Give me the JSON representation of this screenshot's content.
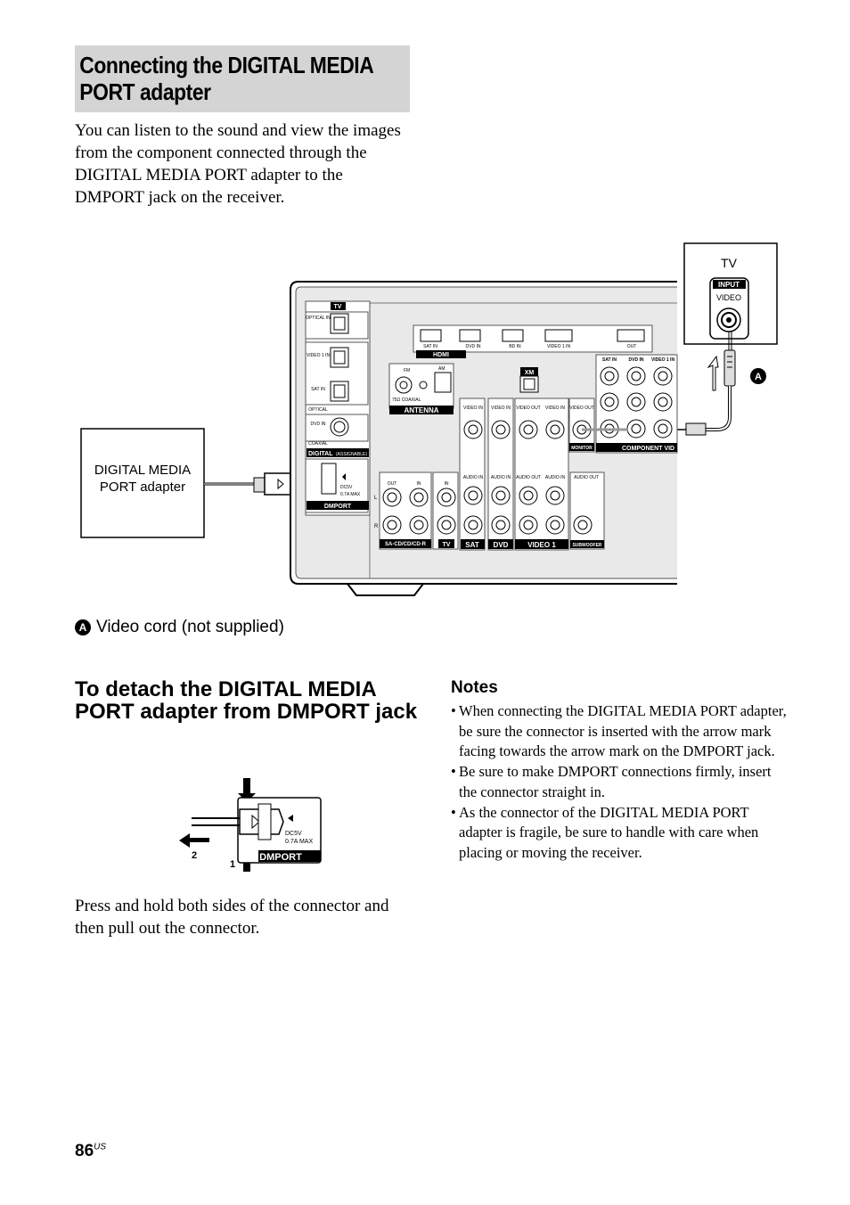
{
  "section_title": "Connecting the DIGITAL MEDIA PORT adapter",
  "intro": "You can listen to the sound and view the images from the component connected through the DIGITAL MEDIA PORT adapter to the DMPORT jack on the receiver.",
  "diagram": {
    "tv_label": "TV",
    "tv_input": "INPUT",
    "tv_video": "VIDEO",
    "callout_a": "A",
    "adapter_line1": "DIGITAL MEDIA",
    "adapter_line2": "PORT adapter",
    "panel": {
      "tv_tag": "TV",
      "optical_in": "OPTICAL IN",
      "video1_in": "VIDEO 1 IN",
      "sat_in": "SAT IN",
      "optical": "OPTICAL",
      "dvd_in": "DVD IN",
      "coaxial": "COAXIAL",
      "digital": "DIGITAL",
      "assignable": "(ASSIGNABLE)",
      "dmport": "DMPORT",
      "dc": "DC5V",
      "ma": "0.7A  MAX",
      "hdmi": "HDMI",
      "hdmi_sat": "SAT IN",
      "hdmi_dvd": "DVD IN",
      "hdmi_bd": "BD IN",
      "hdmi_v1": "VIDEO 1 IN",
      "hdmi_out": "OUT",
      "fm": "FM",
      "am": "AM",
      "coax75": "75Ω COAXIAL",
      "antenna": "ANTENNA",
      "xm": "XM",
      "video_in": "VIDEO IN",
      "video_out": "VIDEO OUT",
      "audio_in": "AUDIO IN",
      "audio_out": "AUDIO OUT",
      "out": "OUT",
      "in": "IN",
      "l": "L",
      "r": "R",
      "sacd": "SA-CD/CD/CD-R",
      "sat": "SAT",
      "dvd": "DVD",
      "video1": "VIDEO 1",
      "monitor": "MONITOR",
      "subwoofer": "SUBWOOFER",
      "component_video": "COMPONENT VID",
      "comp_sat": "SAT IN",
      "comp_dvd": "DVD IN",
      "comp_v1": "VIDEO 1 IN"
    }
  },
  "legend_letter": "A",
  "legend_text": "Video cord (not supplied)",
  "detach_title": "To detach the DIGITAL MEDIA PORT adapter from DMPORT jack",
  "detach_figure": {
    "step1": "1",
    "step2": "2",
    "dc": "DC5V",
    "ma": "0.7A  MAX",
    "dmport": "DMPORT"
  },
  "press_text": "Press and hold both sides of the connector and then pull out the connector.",
  "notes_heading": "Notes",
  "notes": [
    "When connecting the DIGITAL MEDIA PORT adapter, be sure the connector is inserted with the arrow mark facing towards the arrow mark on the DMPORT jack.",
    "Be sure to make DMPORT connections firmly, insert the connector straight in.",
    "As the connector of the DIGITAL MEDIA PORT adapter is fragile, be sure to handle with care when placing or moving the receiver."
  ],
  "page_number": "86",
  "page_suffix": "US"
}
